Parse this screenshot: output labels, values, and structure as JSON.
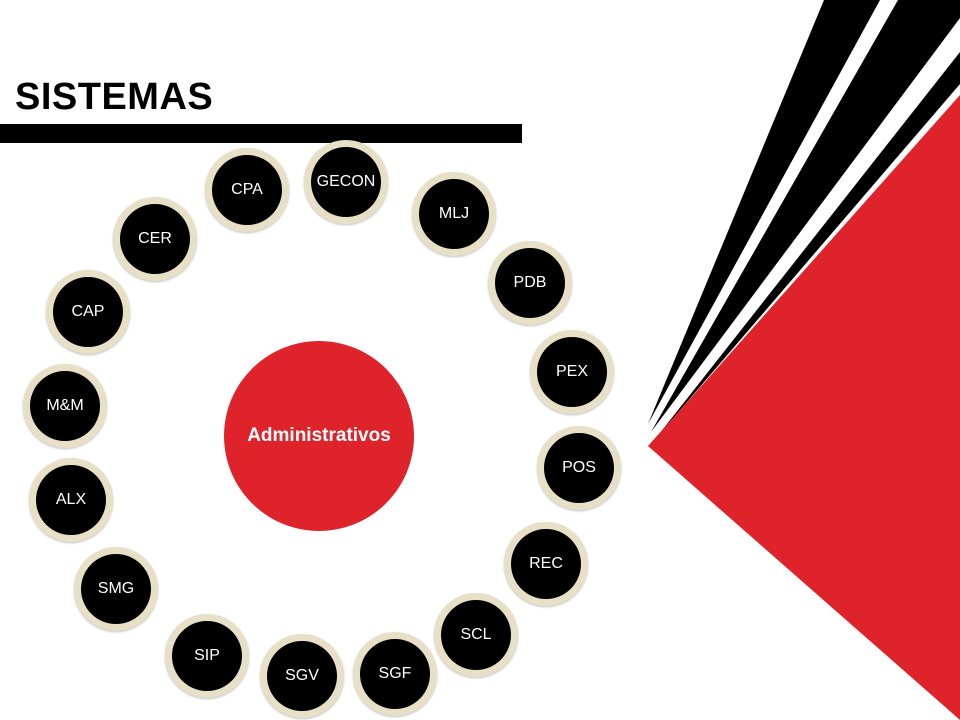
{
  "title": "SISTEMAS",
  "center_label": "Administrativos",
  "systems": [
    "GECON",
    "CPA",
    "MLJ",
    "CER",
    "PDB",
    "CAP",
    "PEX",
    "M&M",
    "POS",
    "ALX",
    "REC",
    "SMG",
    "SCL",
    "SIP",
    "SGF",
    "SGV"
  ],
  "colors": {
    "accent": "#df232b",
    "dark": "#000000",
    "ring": "#e8dfc7"
  }
}
